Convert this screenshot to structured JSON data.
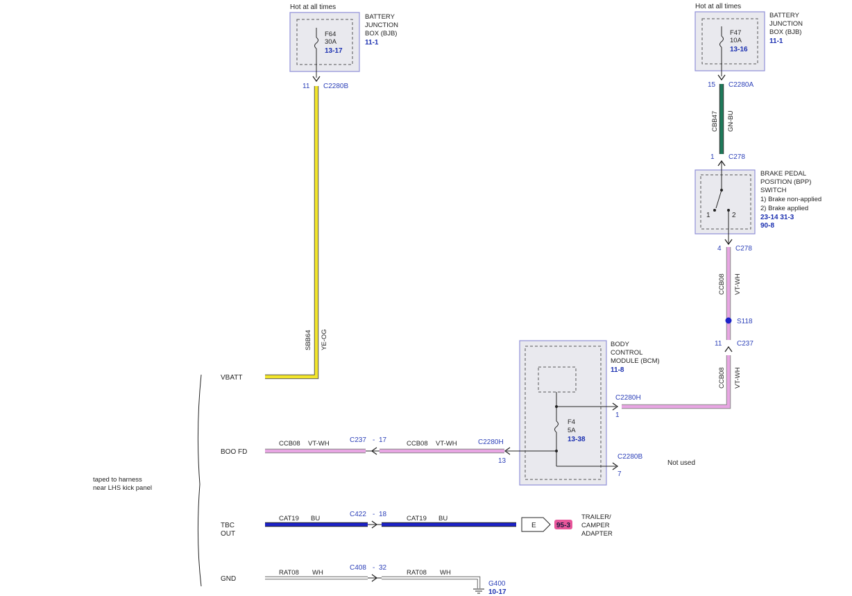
{
  "colors": {
    "yellow": "#f2e52b",
    "green": "#1e7a5a",
    "pink": "#e8a6e3",
    "blue": "#1c22c8",
    "component_fill": "#e9e9ee",
    "component_border": "#8f8fd8",
    "link_blue": "#2b3fb8",
    "ref_badge": "#e8569a"
  },
  "bjb_left": {
    "hot_label": "Hot at all times",
    "title_lines": [
      "BATTERY",
      "JUNCTION",
      "BOX (BJB)"
    ],
    "ref": "11-1",
    "fuse_name": "F64",
    "fuse_rating": "30A",
    "fuse_ref": "13-17",
    "pin": "11",
    "connector": "C2280B"
  },
  "bjb_right": {
    "hot_label": "Hot at all times",
    "title_lines": [
      "BATTERY",
      "JUNCTION",
      "BOX (BJB)"
    ],
    "ref": "11-1",
    "fuse_name": "F47",
    "fuse_rating": "10A",
    "fuse_ref": "13-16",
    "pin": "15",
    "connector": "C2280A"
  },
  "wires": {
    "w_sbb64": {
      "circuit": "SBB64",
      "color": "YE-OG"
    },
    "w_cbb47": {
      "circuit": "CBB47",
      "color": "GN-BU"
    },
    "w_ccb08_a": {
      "circuit": "CCB08",
      "color": "VT-WH"
    },
    "w_ccb08_b": {
      "circuit": "CCB08",
      "color": "VT-WH"
    },
    "w_ccb08_c": {
      "circuit": "CCB08",
      "color": "VT-WH"
    },
    "w_ccb08_d": {
      "circuit": "CCB08",
      "color": "VT-WH"
    },
    "w_cat19_a": {
      "circuit": "CAT19",
      "color": "BU"
    },
    "w_cat19_b": {
      "circuit": "CAT19",
      "color": "BU"
    },
    "w_rat08_a": {
      "circuit": "RAT08",
      "color": "WH"
    },
    "w_rat08_b": {
      "circuit": "RAT08",
      "color": "WH"
    }
  },
  "bpp": {
    "top_pin": "1",
    "top_connector": "C278",
    "title_lines": [
      "BRAKE PEDAL",
      "POSITION (BPP)",
      "SWITCH"
    ],
    "notes": [
      "1) Brake non-applied",
      "2) Brake applied"
    ],
    "refs_line1": "23-14   31-3",
    "refs_line2": "90-8",
    "switch_pos1": "1",
    "switch_pos2": "2",
    "bottom_pin": "4",
    "bottom_connector": "C278"
  },
  "splice": {
    "label": "S118"
  },
  "c237_upper": {
    "pin": "11",
    "connector": "C237"
  },
  "bcm": {
    "title_lines": [
      "BODY",
      "CONTROL",
      "MODULE (BCM)"
    ],
    "ref": "11-8",
    "fuse_name": "F4",
    "fuse_rating": "5A",
    "fuse_ref": "13-38",
    "pin_top_connector": "C2280H",
    "pin_top": "1",
    "pin_mid_connector": "C2280H",
    "pin_mid": "13",
    "pin_bot_connector": "C2280B",
    "pin_bot": "7",
    "not_used": "Not used"
  },
  "boo_connector": {
    "connector": "C237",
    "sep": "-",
    "pin": "17"
  },
  "tbc_connector": {
    "connector": "C422",
    "sep": "-",
    "pin": "18"
  },
  "gnd_connector": {
    "connector": "C408",
    "sep": "-",
    "pin": "32"
  },
  "harness": {
    "signals": [
      "VBATT",
      "BOO FD",
      "TBC",
      "OUT",
      "GND"
    ],
    "note_lines": [
      "taped to harness",
      "near LHS kick panel"
    ]
  },
  "trailer": {
    "connector_letter": "E",
    "ref": "95-3",
    "title_lines": [
      "TRAILER/",
      "CAMPER",
      "ADAPTER"
    ]
  },
  "ground": {
    "label": "G400",
    "ref": "10-17"
  }
}
